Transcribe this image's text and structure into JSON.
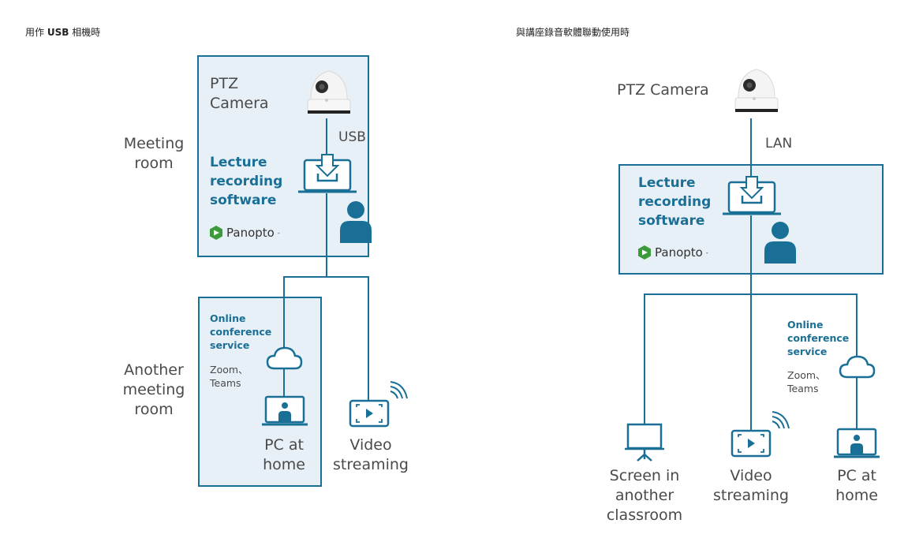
{
  "left": {
    "heading_pre": "用作 ",
    "heading_bold": "USB",
    "heading_post": " 相機時",
    "room_labels": {
      "meeting_room": [
        "Meeting",
        "room"
      ],
      "another_meeting_room": [
        "Another",
        "meeting",
        "room"
      ]
    },
    "camera_label": [
      "PTZ",
      "Camera"
    ],
    "connection_label": "USB",
    "software_label": [
      "Lecture",
      "recording",
      "software"
    ],
    "brand": "Panopto",
    "online_service_label": [
      "Online",
      "conference",
      "service"
    ],
    "online_service_examples": [
      "Zoom、",
      "Teams"
    ],
    "pc_label": [
      "PC at",
      "home"
    ],
    "streaming_label": [
      "Video",
      "streaming"
    ]
  },
  "right": {
    "heading": "與講座錄音軟體聯動使用時",
    "camera_label": "PTZ Camera",
    "connection_label": "LAN",
    "software_label": [
      "Lecture",
      "recording",
      "software"
    ],
    "brand": "Panopto",
    "online_service_label": [
      "Online",
      "conference",
      "service"
    ],
    "online_service_examples": [
      "Zoom、",
      "Teams"
    ],
    "screen_label": [
      "Screen in",
      "another",
      "classroom"
    ],
    "streaming_label": [
      "Video",
      "streaming"
    ],
    "pc_label": [
      "PC at",
      "home"
    ]
  },
  "colors": {
    "accent": "#1a6f96",
    "box_fill": "#e8f0f7",
    "text_gray": "#4a4a4a"
  }
}
